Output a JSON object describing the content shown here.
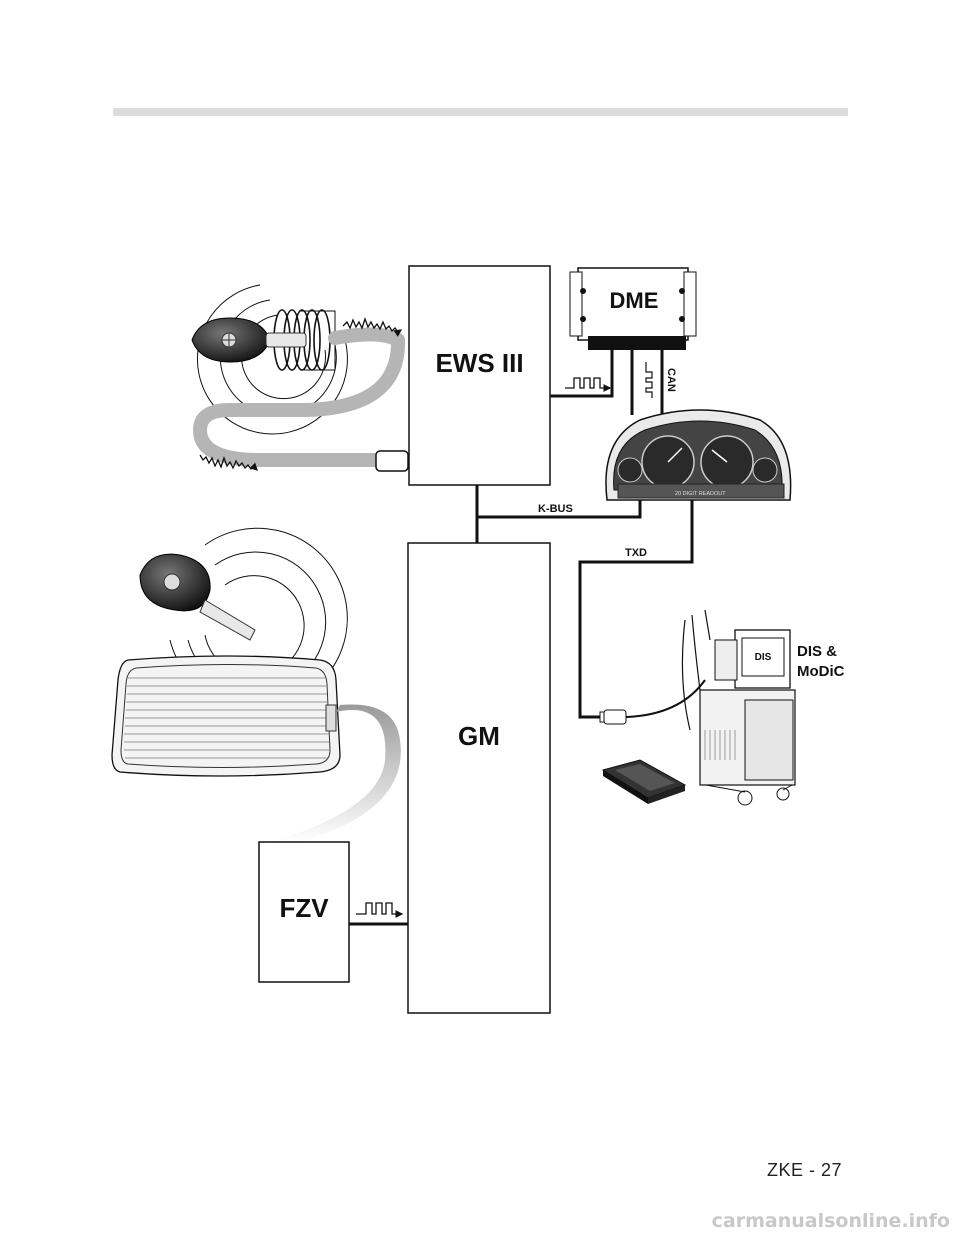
{
  "modules": {
    "ews": "EWS III",
    "dme": "DME",
    "gm": "GM",
    "fzv": "FZV",
    "dis_line1": "DIS &",
    "dis_line2": "MoDiC"
  },
  "buses": {
    "can": "CAN",
    "kbus": "K-BUS",
    "txd": "TXD"
  },
  "cluster": {
    "readout": "20 DIGIT READOUT"
  },
  "monitor_label": "DIS",
  "footer": "ZKE - 27",
  "watermark": "carmanualsonline.info",
  "colors": {
    "line": "#111111",
    "top_rule": "#dddddd",
    "antenna_cable": "#b5b5b5",
    "module_fill": "#ffffff"
  }
}
